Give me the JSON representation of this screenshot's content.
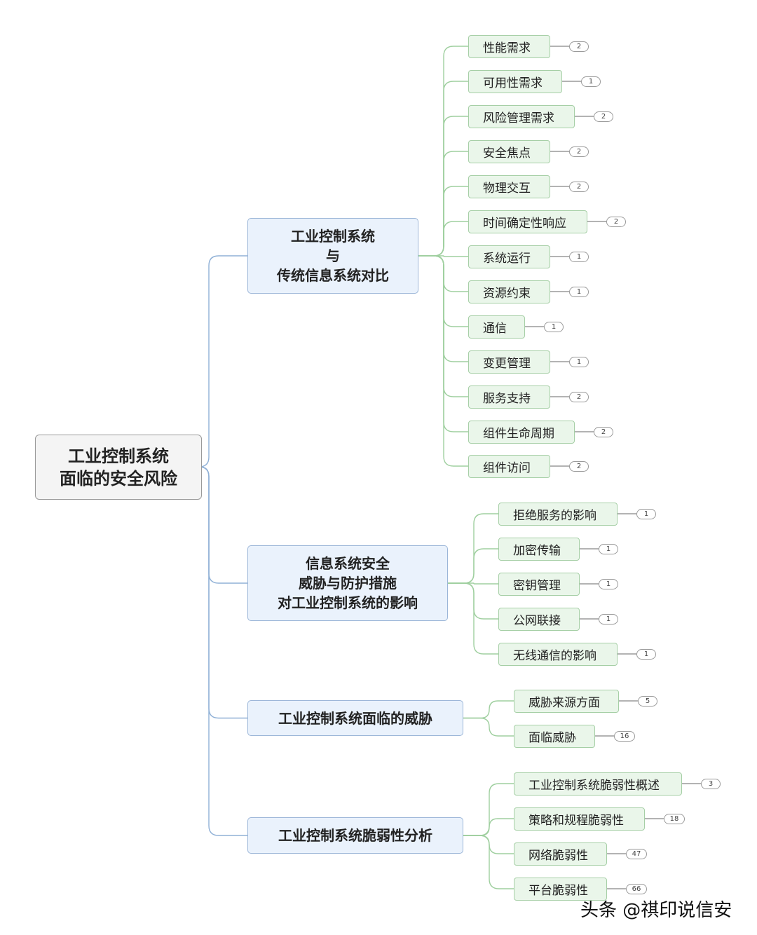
{
  "root": {
    "lines": [
      "工业控制系统",
      "面临的安全风险"
    ]
  },
  "branches": [
    {
      "lines": [
        "工业控制系统",
        "与",
        "传统信息系统对比"
      ],
      "children": [
        {
          "label": "性能需求",
          "count": "2"
        },
        {
          "label": "可用性需求",
          "count": "1"
        },
        {
          "label": "风险管理需求",
          "count": "2"
        },
        {
          "label": "安全焦点",
          "count": "2"
        },
        {
          "label": "物理交互",
          "count": "2"
        },
        {
          "label": "时间确定性响应",
          "count": "2"
        },
        {
          "label": "系统运行",
          "count": "1"
        },
        {
          "label": "资源约束",
          "count": "1"
        },
        {
          "label": "通信",
          "count": "1"
        },
        {
          "label": "变更管理",
          "count": "1"
        },
        {
          "label": "服务支持",
          "count": "2"
        },
        {
          "label": "组件生命周期",
          "count": "2"
        },
        {
          "label": "组件访问",
          "count": "2"
        }
      ]
    },
    {
      "lines": [
        "信息系统安全",
        "威胁与防护措施",
        "对工业控制系统的影响"
      ],
      "children": [
        {
          "label": "拒绝服务的影响",
          "count": "1"
        },
        {
          "label": "加密传输",
          "count": "1"
        },
        {
          "label": "密钥管理",
          "count": "1"
        },
        {
          "label": "公网联接",
          "count": "1"
        },
        {
          "label": "无线通信的影响",
          "count": "1"
        }
      ]
    },
    {
      "lines": [
        "工业控制系统面临的威胁"
      ],
      "children": [
        {
          "label": "威胁来源方面",
          "count": "5"
        },
        {
          "label": "面临威胁",
          "count": "16"
        }
      ]
    },
    {
      "lines": [
        "工业控制系统脆弱性分析"
      ],
      "children": [
        {
          "label": "工业控制系统脆弱性概述",
          "count": "3"
        },
        {
          "label": "策略和规程脆弱性",
          "count": "18"
        },
        {
          "label": "网络脆弱性",
          "count": "47"
        },
        {
          "label": "平台脆弱性",
          "count": "66"
        }
      ]
    }
  ],
  "watermark": "头条 @祺印说信安",
  "colors": {
    "root_fill": "#f4f4f4",
    "branch_fill": "#eaf2fc",
    "leaf_fill": "#eaf6ea",
    "branch_line": "#8fb0d6",
    "leaf_line": "#9fcf9f"
  }
}
